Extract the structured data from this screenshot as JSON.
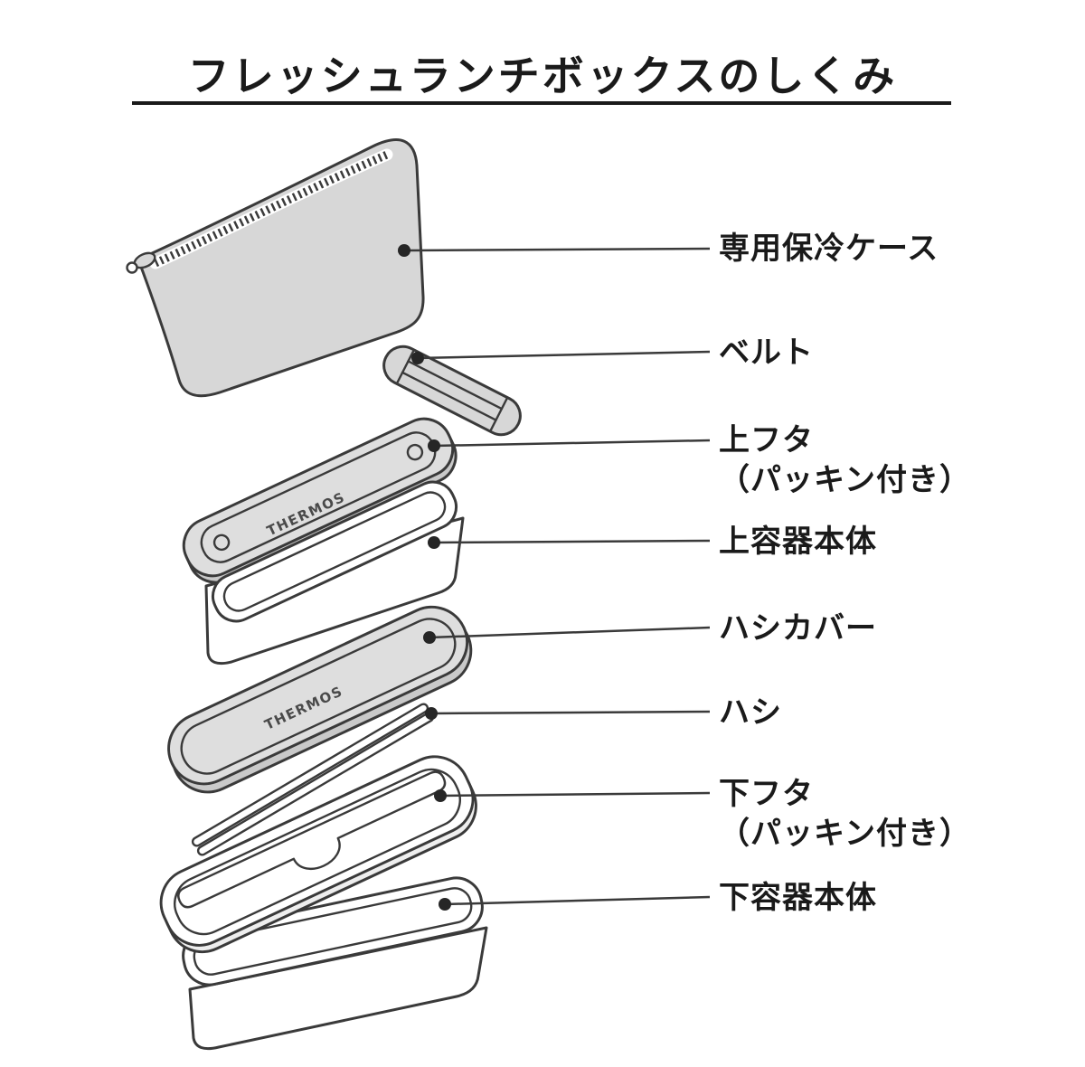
{
  "title": "フレッシュランチボックスのしくみ",
  "brand_logo": "THERMOS",
  "labels": [
    {
      "id": "cooler-case",
      "lines": [
        "専用保冷ケース"
      ]
    },
    {
      "id": "belt",
      "lines": [
        "ベルト"
      ]
    },
    {
      "id": "upper-lid",
      "lines": [
        "上フタ",
        "（パッキン付き）"
      ]
    },
    {
      "id": "upper-container",
      "lines": [
        "上容器本体"
      ]
    },
    {
      "id": "chopsticks-cover",
      "lines": [
        "ハシカバー"
      ]
    },
    {
      "id": "chopsticks",
      "lines": [
        "ハシ"
      ]
    },
    {
      "id": "lower-lid",
      "lines": [
        "下フタ",
        "（パッキン付き）"
      ]
    },
    {
      "id": "lower-container",
      "lines": [
        "下容器本体"
      ]
    }
  ],
  "colors": {
    "outline": "#3a3a3a",
    "part_fill_gray": "#dcdcdc",
    "label_text": "#1a1a1a"
  }
}
